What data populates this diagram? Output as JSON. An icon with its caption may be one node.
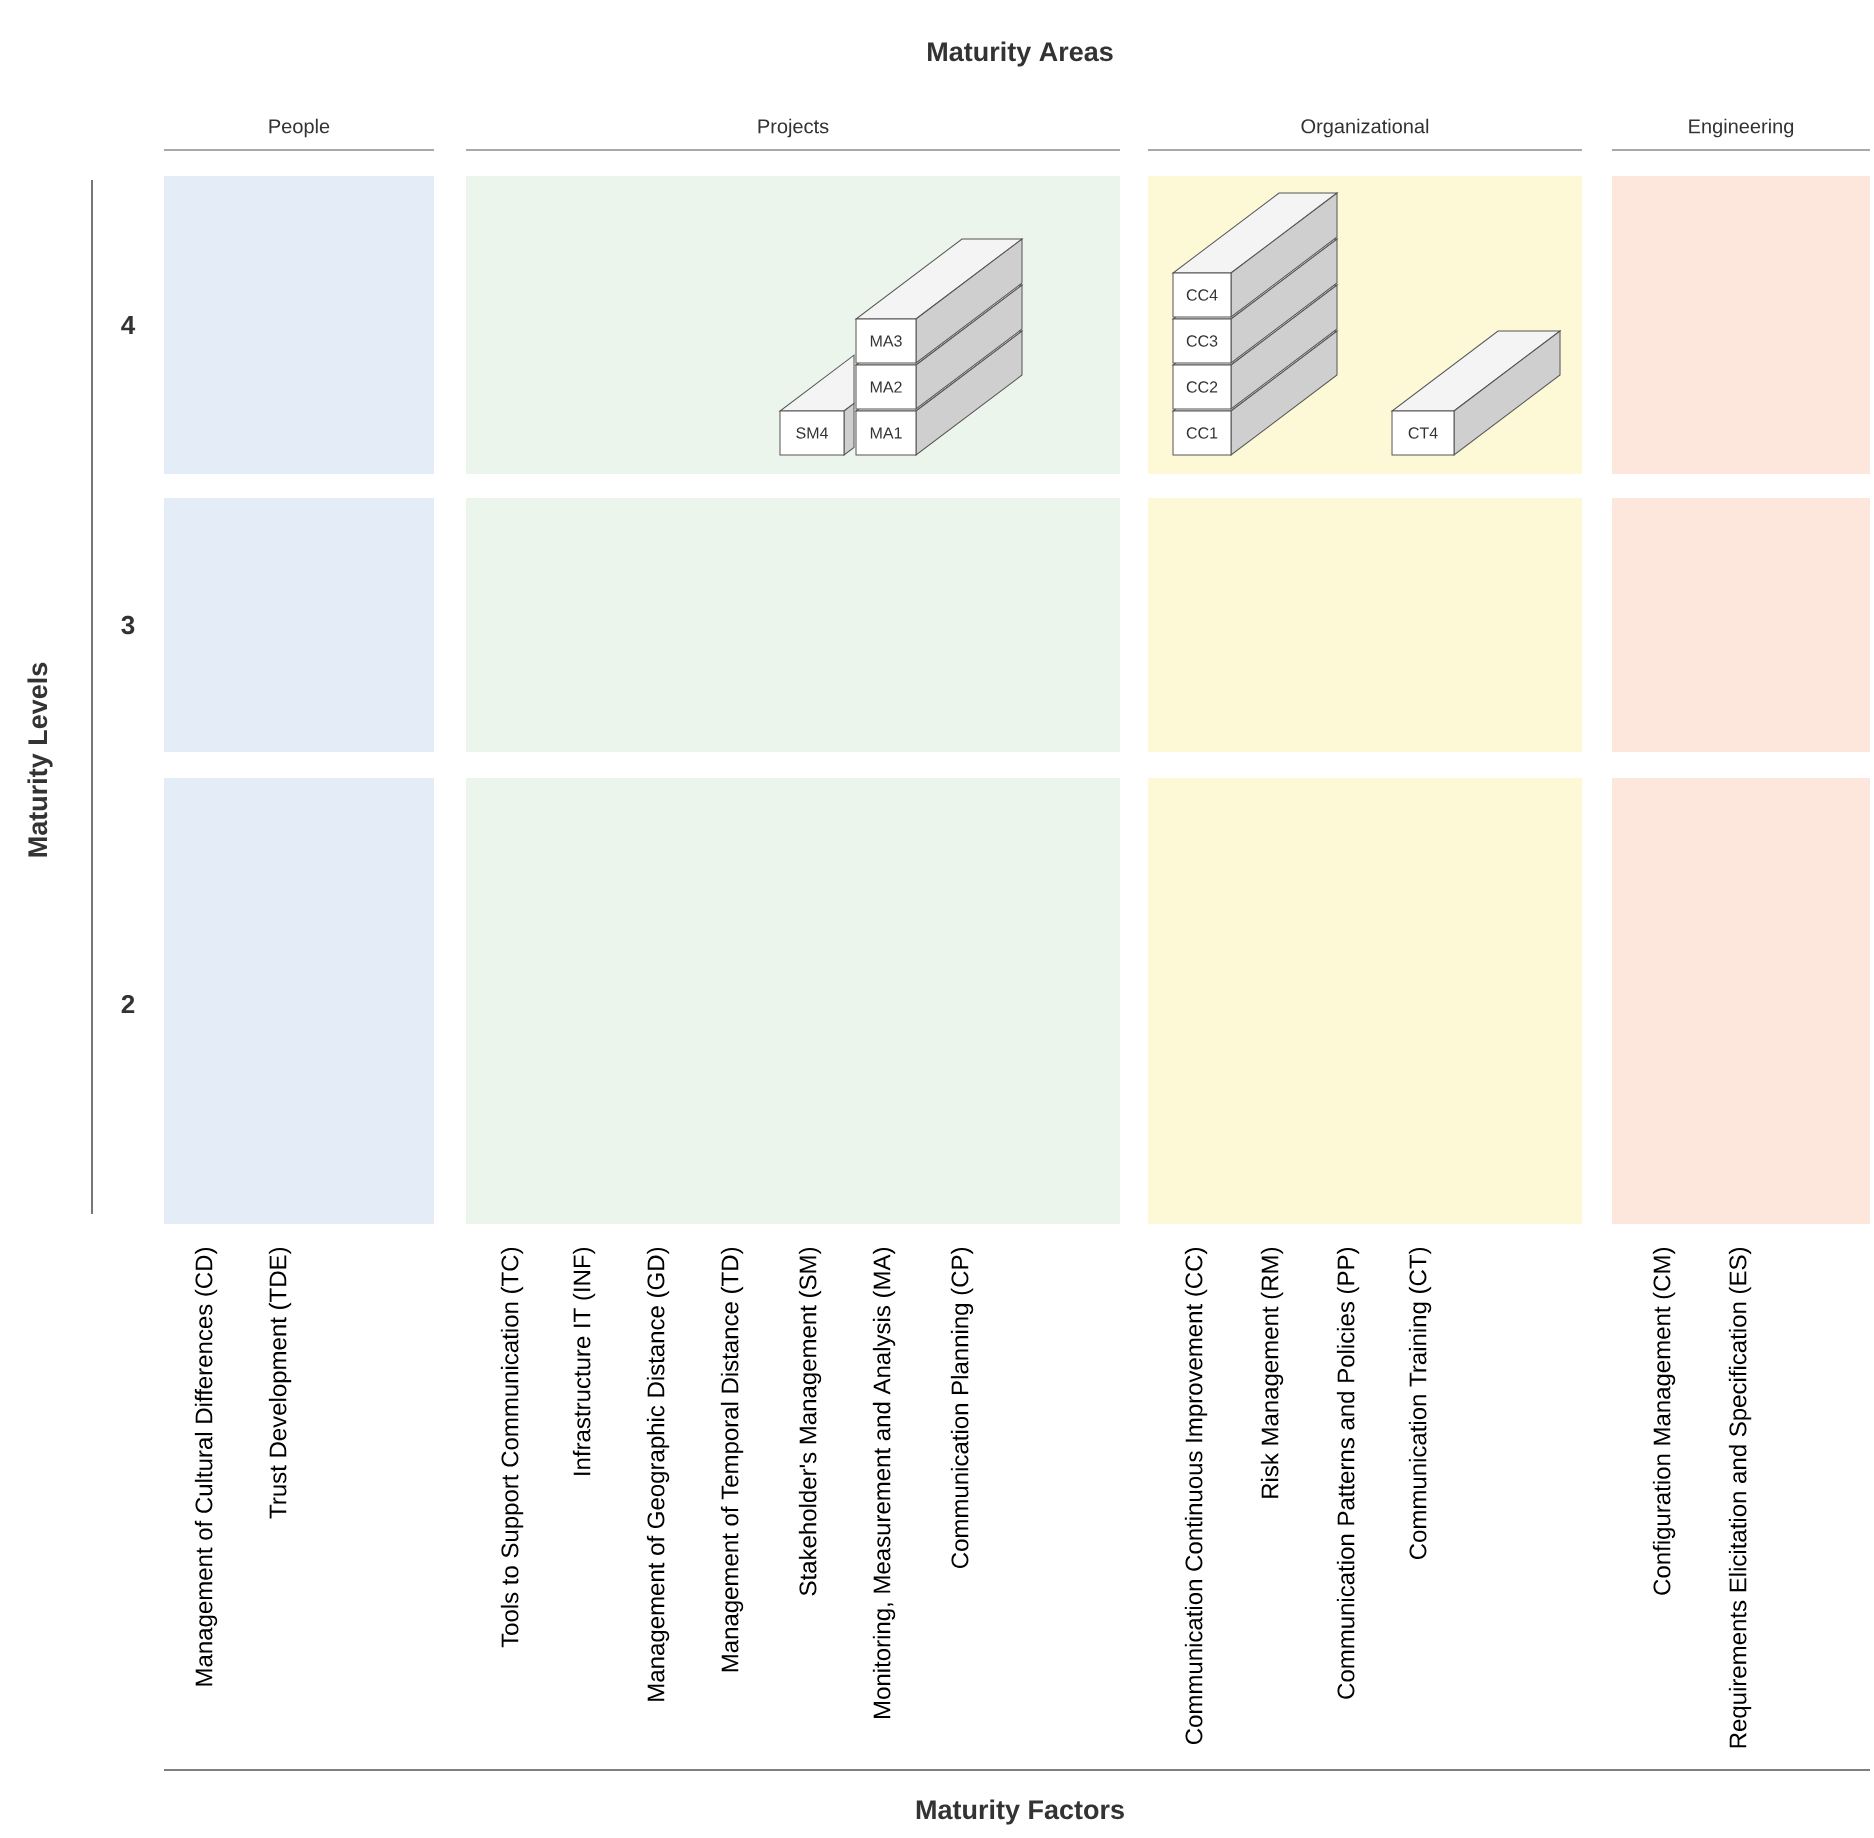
{
  "diagram": {
    "nodes": [
      {
        "text": [],
        "shape": "box"
      },
      {
        "text": [],
        "shape": "box"
      },
      {
        "text": [],
        "shape": "box"
      },
      {
        "text": [],
        "shape": "box"
      },
      {
        "text": [],
        "shape": "box"
      },
      {
        "text": [],
        "shape": "box"
      },
      {
        "text": [],
        "shape": "box"
      },
      {
        "text": [],
        "shape": "box"
      },
      {
        "text": [],
        "shape": "box"
      },
      {
        "text": [],
        "shape": "box"
      },
      {
        "text": [],
        "shape": "box"
      },
      {
        "text": [],
        "shape": "box"
      },
      {
        "text": [
          "SM4"
        ],
        "in": 1
      },
      {
        "text": [
          "MA1"
        ],
        "in": 1
      },
      {
        "text": [
          "MA2"
        ],
        "in": 1
      },
      {
        "text": [
          "MA3"
        ],
        "in": 1
      },
      {
        "text": [
          "CC1"
        ],
        "in": 2
      },
      {
        "text": [
          "CC2"
        ],
        "in": 2
      },
      {
        "text": [
          "CC3"
        ],
        "in": 2
      },
      {
        "text": [
          "CC4"
        ],
        "in": 2
      },
      {
        "text": [
          "CT4"
        ],
        "in": 2
      }
    ],
    "labels": [
      "Maturity Areas",
      "People",
      "Projects",
      "Organizational",
      "Engineering",
      "Maturity Levels",
      "4",
      "3",
      "2",
      "Management of Cultural Differences (CD)",
      "Trust Development (TDE)",
      "Tools to Support Communication (TC)",
      "Infrastructure IT (INF)",
      "Management of Geographic Distance (GD)",
      "Management of Temporal Distance (TD)",
      "Stakeholder's Management (SM)",
      "Monitoring, Measurement and Analysis (MA)",
      "Communication Planning (CP)",
      "Communication Continuous Improvement (CC)",
      "Risk Management (RM)",
      "Communication Patterns and Policies (PP)",
      "Communication Training (CT)",
      "Configuration Management (CM)",
      "Requirements Elicitation and Specification (ES)",
      "Maturity Factors"
    ]
  }
}
